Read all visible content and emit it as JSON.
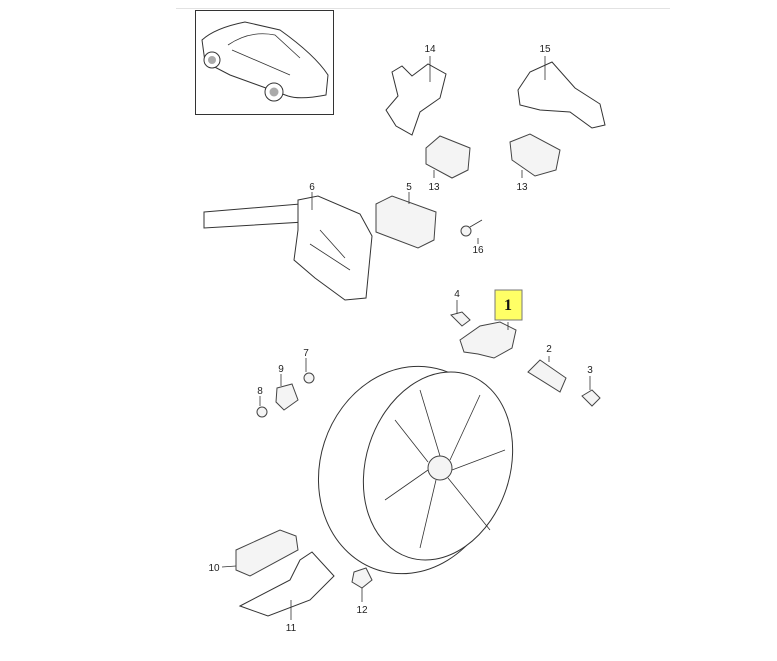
{
  "diagram": {
    "highlight_color": "#ffff66",
    "highlighted_part": "1",
    "callouts": [
      {
        "id": "p1",
        "label": "1"
      },
      {
        "id": "p2",
        "label": "2"
      },
      {
        "id": "p3",
        "label": "3"
      },
      {
        "id": "p4",
        "label": "4"
      },
      {
        "id": "p5",
        "label": "5"
      },
      {
        "id": "p6",
        "label": "6"
      },
      {
        "id": "p7",
        "label": "7"
      },
      {
        "id": "p8",
        "label": "8"
      },
      {
        "id": "p9",
        "label": "9"
      },
      {
        "id": "p10",
        "label": "10"
      },
      {
        "id": "p11",
        "label": "11"
      },
      {
        "id": "p12",
        "label": "12"
      },
      {
        "id": "p13a",
        "label": "13"
      },
      {
        "id": "p13b",
        "label": "13"
      },
      {
        "id": "p14",
        "label": "14"
      },
      {
        "id": "p15",
        "label": "15"
      },
      {
        "id": "p16",
        "label": "16"
      }
    ]
  }
}
